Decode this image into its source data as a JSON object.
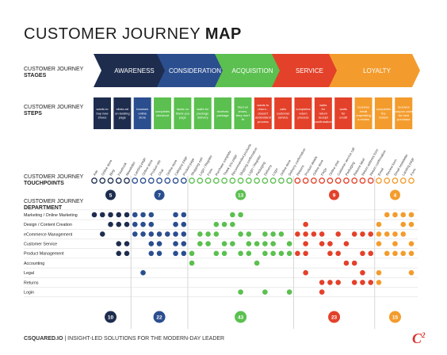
{
  "title": {
    "light": "CUSTOMER JOURNEY",
    "bold": "MAP"
  },
  "labels": {
    "stages": [
      "CUSTOMER JOURNEY",
      "STAGES"
    ],
    "steps": [
      "CUSTOMER JOURNEY",
      "STEPS"
    ],
    "touchpoints": [
      "CUSTOMER JOURNEY",
      "TOUCHPOINTS"
    ],
    "department": [
      "CUSTOMER JOURNEY",
      "DEPARTMENT"
    ]
  },
  "stages": [
    {
      "name": "AWARENESS",
      "color": "#1e2d4e"
    },
    {
      "name": "CONSIDERATION",
      "color": "#2b4e8f"
    },
    {
      "name": "ACQUISITION",
      "color": "#5bc04f"
    },
    {
      "name": "SERVICE",
      "color": "#e3412a"
    },
    {
      "name": "LOYALTY",
      "color": "#f39c2d"
    }
  ],
  "steps": [
    {
      "stage": 0,
      "text": [
        "wants to",
        "buy new",
        "shoes"
      ]
    },
    {
      "stage": 0,
      "text": [
        "clicks ad",
        "on landing",
        "page"
      ]
    },
    {
      "stage": 1,
      "text": [
        "browses",
        "online",
        "store"
      ]
    },
    {
      "stage": 2,
      "text": [
        "completes",
        "checkout"
      ]
    },
    {
      "stage": 2,
      "text": [
        "lands on",
        "thank you",
        "page"
      ]
    },
    {
      "stage": 2,
      "text": [
        "waits for",
        "package",
        "delivery"
      ]
    },
    {
      "stage": 2,
      "text": [
        "receives",
        "package"
      ]
    },
    {
      "stage": 2,
      "text": [
        "tried on",
        "shoes,",
        "they don't",
        "fit"
      ]
    },
    {
      "stage": 3,
      "text": [
        "wants to",
        "return -",
        "doesn't",
        "understand",
        "process"
      ]
    },
    {
      "stage": 3,
      "text": [
        "calls",
        "customer",
        "service"
      ]
    },
    {
      "stage": 3,
      "text": [
        "completes",
        "return",
        "process"
      ]
    },
    {
      "stage": 3,
      "text": [
        "waits",
        "for",
        "return",
        "receipt",
        "confirmation"
      ]
    },
    {
      "stage": 3,
      "text": [
        "waits",
        "for",
        "credit"
      ]
    },
    {
      "stage": 4,
      "text": [
        "receives",
        "email",
        "requesting",
        "a review"
      ]
    },
    {
      "stage": 4,
      "text": [
        "completes",
        "the",
        "review"
      ]
    },
    {
      "stage": 4,
      "text": [
        "receives",
        "coupon code",
        "for next",
        "purchase"
      ]
    }
  ],
  "touchpoints": [
    "Ads",
    "Online store",
    "Blog",
    "Facebook",
    "Newsletter",
    "Landing page",
    "Online store",
    "Product site",
    "Chat",
    "Online store",
    "Category page",
    "Product page",
    "Shopping cart",
    "Login / Register",
    "Form",
    "Purchase complete",
    "Thank you page",
    "Recommended products",
    "Shipping confirmation",
    "Login / Register",
    "Packaging",
    "Delivery",
    "Login",
    "Online store",
    "Delivery confirmation",
    "Returns",
    "Product details",
    "Online store",
    "FAQs",
    "Online chat",
    "Customer service call",
    "Packaging",
    "Returns label",
    "Return address form",
    "Return confirmation",
    "Email",
    "Review form",
    "Email newsletter",
    "Landing page",
    "Form"
  ],
  "stage_counts": [
    "5",
    "7",
    "13",
    "9",
    "4"
  ],
  "departments": [
    "Marketing / Online Marketing",
    "Design / Content Creation",
    "eCommerce Management",
    "Customer Service",
    "Product Management",
    "Accounting",
    "Legal",
    "Returns",
    "Login"
  ],
  "dept_dots": [
    [
      0,
      1,
      2,
      3,
      4,
      5,
      6,
      7,
      10,
      11,
      17,
      18,
      36,
      37,
      38,
      39
    ],
    [
      2,
      3,
      4,
      5,
      6,
      7,
      10,
      11,
      15,
      16,
      17,
      26,
      35,
      38,
      39
    ],
    [
      1,
      5,
      6,
      7,
      8,
      9,
      10,
      11,
      13,
      14,
      15,
      18,
      19,
      21,
      22,
      23,
      25,
      26,
      27,
      28,
      30,
      32,
      33,
      34,
      35,
      36,
      37,
      38
    ],
    [
      3,
      4,
      7,
      8,
      10,
      11,
      13,
      14,
      16,
      17,
      19,
      20,
      21,
      22,
      24,
      26,
      28,
      29,
      31,
      35,
      37,
      39
    ],
    [
      3,
      4,
      7,
      8,
      10,
      11,
      12,
      15,
      16,
      18,
      19,
      21,
      22,
      23,
      24,
      25,
      26,
      29,
      30,
      33,
      34,
      36,
      37,
      38,
      39
    ],
    [
      12,
      20,
      31,
      32
    ],
    [
      6,
      26,
      33,
      35,
      39
    ],
    [
      28,
      29,
      30,
      32,
      33,
      34,
      35
    ],
    [
      18,
      21,
      24,
      28
    ]
  ],
  "bottom_counts": [
    "10",
    "22",
    "43",
    "23",
    "15"
  ],
  "footer": {
    "brand": "CSQUARED.IO",
    "sep": "|",
    "tagline": "INSIGHT-LED SOLUTIONS FOR THE MODERN-DAY LEADER"
  },
  "logo": {
    "letter": "C",
    "sup": "2"
  }
}
